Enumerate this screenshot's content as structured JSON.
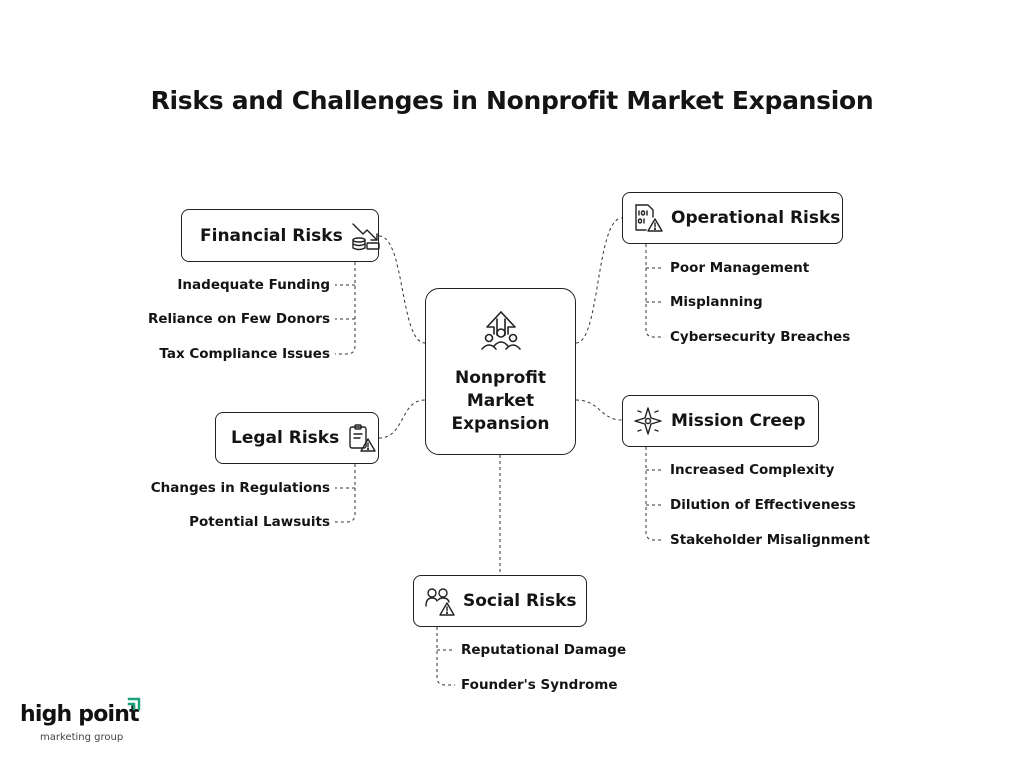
{
  "title": "Risks and Challenges in Nonprofit Market Expansion",
  "center": {
    "line1": "Nonprofit",
    "line2": "Market",
    "line3": "Expansion",
    "icon": "growth-arrow-people-icon"
  },
  "nodes": {
    "financial": {
      "label": "Financial Risks",
      "icon": "declining-money-icon",
      "items": [
        "Inadequate Funding",
        "Reliance on Few Donors",
        "Tax Compliance Issues"
      ]
    },
    "legal": {
      "label": "Legal Risks",
      "icon": "document-warning-icon",
      "items": [
        "Changes in Regulations",
        "Potential Lawsuits"
      ]
    },
    "operational": {
      "label": "Operational Risks",
      "icon": "binary-file-warning-icon",
      "items": [
        "Poor Management",
        "Misplanning",
        "Cybersecurity Breaches"
      ]
    },
    "mission": {
      "label": "Mission Creep",
      "icon": "compass-star-icon",
      "items": [
        "Increased Complexity",
        "Dilution of Effectiveness",
        "Stakeholder Misalignment"
      ]
    },
    "social": {
      "label": "Social Risks",
      "icon": "people-warning-icon",
      "items": [
        "Reputational Damage",
        "Founder's Syndrome"
      ]
    }
  },
  "logo": {
    "name": "high point",
    "tagline": "marketing group",
    "accent_color": "#1aa37a"
  }
}
